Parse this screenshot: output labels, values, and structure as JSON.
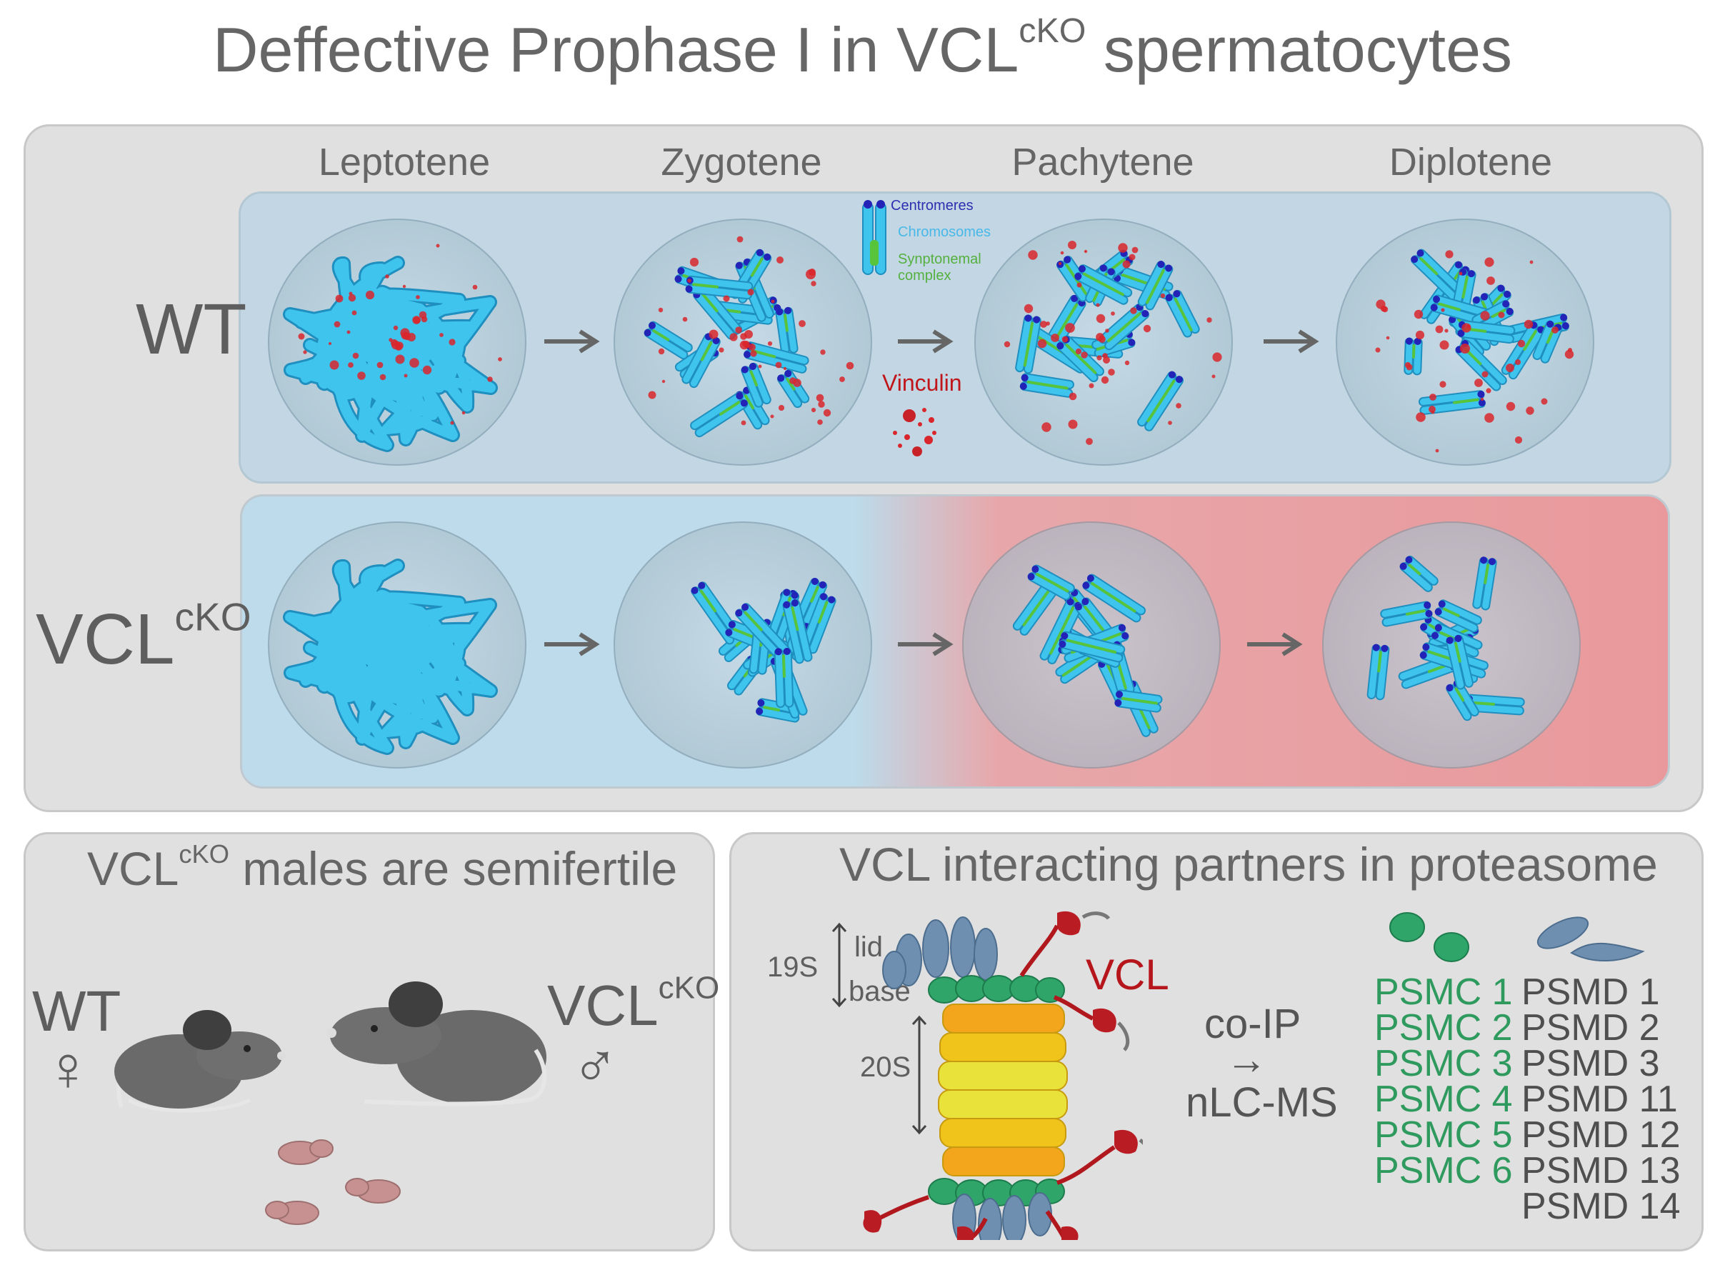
{
  "title": {
    "main": "Deffective Prophase I in VCL",
    "sup": "cKO",
    "rest": " spermatocytes"
  },
  "stages": [
    "Leptotene",
    "Zygotene",
    "Pachytene",
    "Diplotene"
  ],
  "rows": {
    "wt": "WT",
    "cko_main": "VCL",
    "cko_sup": "cKO"
  },
  "legend": {
    "centromeres": "Centromeres",
    "chromosomes": "Chromosomes",
    "synaptonemal": "Synptonemal complex",
    "vinculin": "Vinculin"
  },
  "fertility_panel": {
    "title_main": "VCL",
    "title_sup": "cKO",
    "title_rest": " males are semifertile",
    "female_label": "WT",
    "female_symbol": "♀",
    "male_label": "VCL",
    "male_sup": "cKO",
    "male_symbol": "♂"
  },
  "proteasome_panel": {
    "title": "VCL interacting partners in proteasome",
    "lid": "lid",
    "base": "base",
    "s19": "19S",
    "s20": "20S",
    "vcl": "VCL",
    "coip": "co-IP",
    "arrow": "→",
    "nlcms": "nLC-MS",
    "psmc": [
      "PSMC 1",
      "PSMC 2",
      "PSMC 3",
      "PSMC 4",
      "PSMC 5",
      "PSMC 6"
    ],
    "psmd": [
      "PSMD 1",
      "PSMD 2",
      "PSMD 3",
      "PSMD 11",
      "PSMD 12",
      "PSMD 13",
      "PSMD 14"
    ]
  },
  "colors": {
    "chromosome": "#3fc4ee",
    "centromere": "#2323b8",
    "synaptonemal": "#57c43c",
    "vinculin": "#d9262c",
    "psmc_green": "#2f9a5e",
    "mouse_gray": "#6a6a6a",
    "pup_pink": "#c79191"
  }
}
